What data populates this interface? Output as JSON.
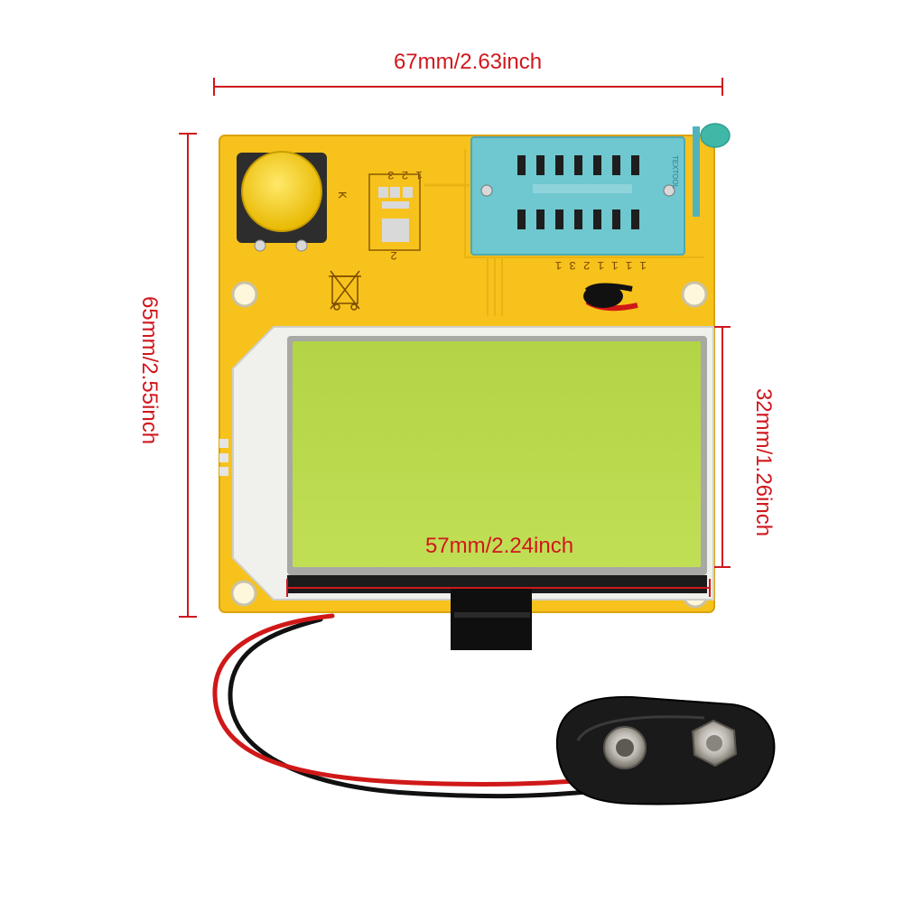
{
  "dimensions": {
    "width_total": "67mm/2.63inch",
    "height_total": "65mm/2.55inch",
    "lcd_height": "32mm/1.26inch",
    "lcd_width": "57mm/2.24inch"
  },
  "board": {
    "pin_labels_small": "1 2 3",
    "pin_labels_zif": "1 1 1 1 2 3 1",
    "button_mark": "K",
    "connector_mark": "2",
    "zif_label": "TEXTOOL"
  },
  "colors": {
    "dimension": "#d0171d",
    "pcb": "#f7c21c",
    "lcd": "#b6d94a",
    "zif": "#6fc7cf",
    "button": "#f2d22a"
  }
}
